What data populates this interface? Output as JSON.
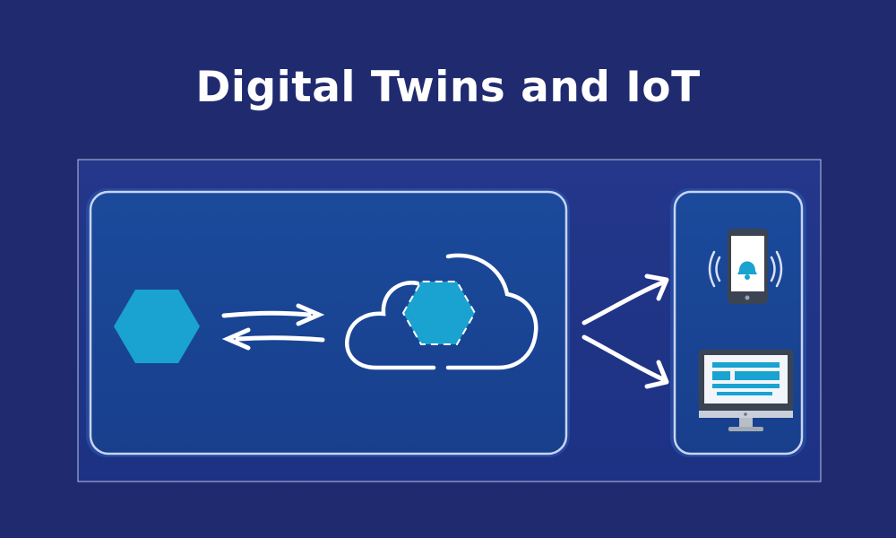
{
  "page": {
    "title": "Digital Twins and IoT"
  },
  "colors": {
    "background": "#1f2a6f",
    "panel_fill": "#1a4596",
    "hexagon": "#1aa3d0",
    "line": "#ffffff",
    "frame": "#b8c4e8"
  },
  "icons": {
    "physical_asset": "hexagon",
    "digital_twin": "dashed-hexagon-in-cloud",
    "sync": "bidirectional-arrows",
    "distribution": "branching-arrows",
    "mobile": "smartphone-with-bell-alert",
    "desktop": "desktop-monitor-dashboard"
  }
}
